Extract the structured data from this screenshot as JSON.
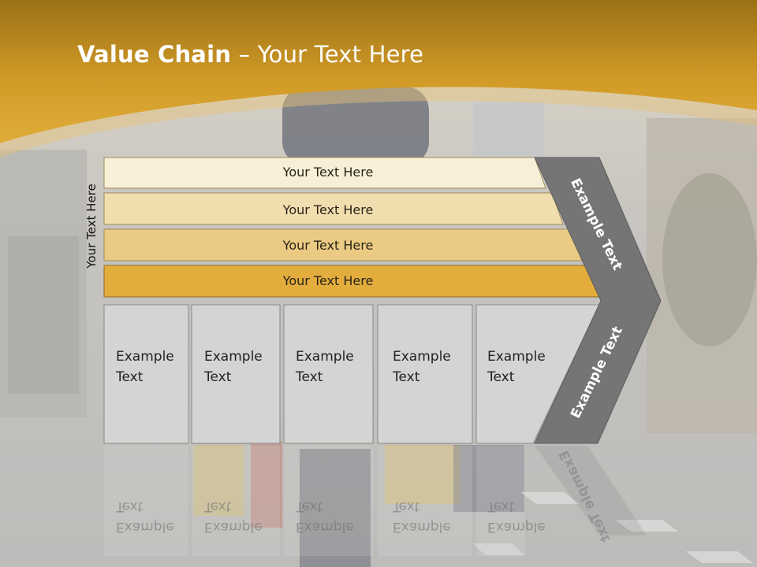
{
  "slide": {
    "title_bold": "Value Chain",
    "title_rest": " – Your Text Here",
    "side_label": "Your Text Here"
  },
  "bars": [
    {
      "label": "Your Text Here",
      "color": "#f7efd7"
    },
    {
      "label": "Your Text Here",
      "color": "#f1deaf"
    },
    {
      "label": "Your Text Here",
      "color": "#ebca83"
    },
    {
      "label": "Your Text Here",
      "color": "#e3ad3e"
    }
  ],
  "boxes": [
    {
      "label": "Example\nText"
    },
    {
      "label": "Example\nText"
    },
    {
      "label": "Example\nText"
    },
    {
      "label": "Example\nText"
    },
    {
      "label": "Example\nText"
    }
  ],
  "chevron": {
    "top_label": "Example Text",
    "bottom_label": "Example Text",
    "color": "#757575"
  },
  "colors": {
    "header_gold": "#d6a02a",
    "box_fill": "#d4d4d4"
  }
}
